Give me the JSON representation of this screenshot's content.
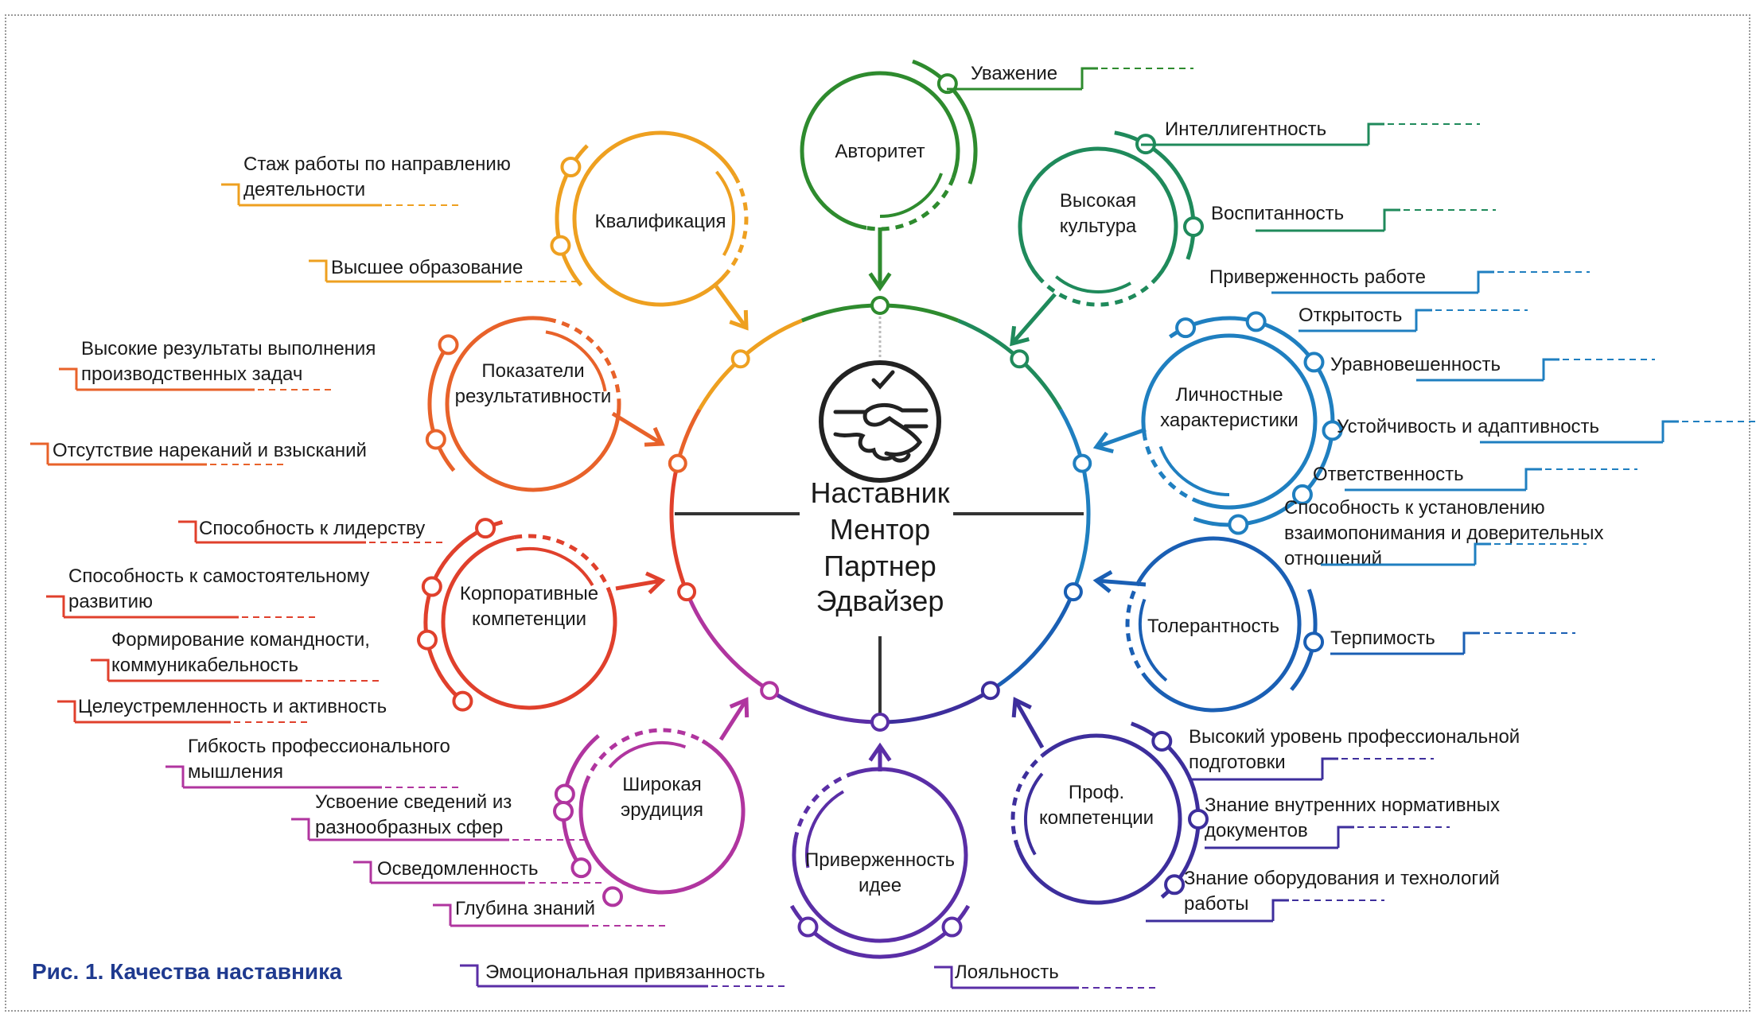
{
  "caption": "Рис. 1. Качества наставника",
  "hub": {
    "icon": "handshake-icon",
    "lines": [
      "Наставник",
      "Ментор",
      "Партнер",
      "Эдвайзер"
    ]
  },
  "clusters": [
    {
      "id": "authority",
      "title": [
        "Авторитет"
      ],
      "color": "#2e8b2e",
      "items": [
        {
          "lines": [
            "Уважение"
          ]
        }
      ]
    },
    {
      "id": "culture",
      "title": [
        "Высокая",
        "культура"
      ],
      "color": "#1f8a5b",
      "items": [
        {
          "lines": [
            "Интеллигентность"
          ]
        },
        {
          "lines": [
            "Воспитанность"
          ]
        }
      ]
    },
    {
      "id": "personal",
      "title": [
        "Личностные",
        "характеристики"
      ],
      "color": "#1f7fc0",
      "items": [
        {
          "lines": [
            "Приверженность работе"
          ]
        },
        {
          "lines": [
            "Открытость"
          ]
        },
        {
          "lines": [
            "Уравновешенность"
          ]
        },
        {
          "lines": [
            "Устойчивость и адаптивность"
          ]
        },
        {
          "lines": [
            "Ответственность"
          ]
        },
        {
          "lines": [
            "Способность к установлению",
            "взаимопонимания и доверительных",
            "отношений"
          ]
        }
      ]
    },
    {
      "id": "tolerance",
      "title": [
        "Толерантность"
      ],
      "color": "#1a5fb4",
      "items": [
        {
          "lines": [
            "Терпимость"
          ]
        }
      ]
    },
    {
      "id": "prof",
      "title": [
        "Проф.",
        "компетенции"
      ],
      "color": "#3d2e9c",
      "items": [
        {
          "lines": [
            "Высокий уровень профессиональной",
            "подготовки"
          ]
        },
        {
          "lines": [
            "Знание внутренних нормативных",
            "документов"
          ]
        },
        {
          "lines": [
            "Знание оборудования и технологий",
            "работы"
          ]
        }
      ]
    },
    {
      "id": "idea",
      "title": [
        "Приверженность",
        "идее"
      ],
      "color": "#5a2ea6",
      "items": [
        {
          "lines": [
            "Эмоциональная привязанность"
          ]
        },
        {
          "lines": [
            "Лояльность"
          ]
        }
      ]
    },
    {
      "id": "erudition",
      "title": [
        "Широкая",
        "эрудиция"
      ],
      "color": "#b0359f",
      "items": [
        {
          "lines": [
            "Гибкость профессионального",
            "мышления"
          ]
        },
        {
          "lines": [
            "Усвоение сведений из",
            "разнообразных сфер"
          ]
        },
        {
          "lines": [
            "Осведомленность"
          ]
        },
        {
          "lines": [
            "Глубина знаний"
          ]
        }
      ]
    },
    {
      "id": "corporate",
      "title": [
        "Корпоративные",
        "компетенции"
      ],
      "color": "#e0402c",
      "items": [
        {
          "lines": [
            "Способность к лидерству"
          ]
        },
        {
          "lines": [
            "Способность к самостоятельному",
            "развитию"
          ]
        },
        {
          "lines": [
            "Формирование командности,",
            "коммуникабельность"
          ]
        },
        {
          "lines": [
            "Целеустремленность и активность"
          ]
        }
      ]
    },
    {
      "id": "results",
      "title": [
        "Показатели",
        "результативности"
      ],
      "color": "#e8622a",
      "items": [
        {
          "lines": [
            "Высокие результаты выполнения",
            "производственных задач"
          ]
        },
        {
          "lines": [
            "Отсутствие нареканий и взысканий"
          ]
        }
      ]
    },
    {
      "id": "qualification",
      "title": [
        "Квалификация"
      ],
      "color": "#eea020",
      "items": [
        {
          "lines": [
            "Стаж работы по направлению",
            "деятельности"
          ]
        },
        {
          "lines": [
            "Высшее образование"
          ]
        }
      ]
    }
  ]
}
